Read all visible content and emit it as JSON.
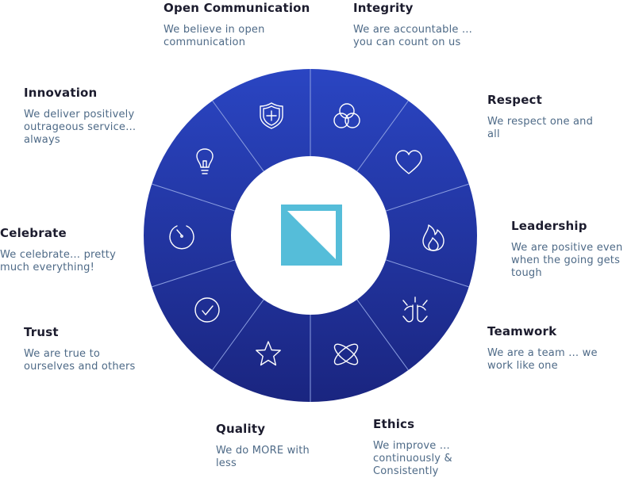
{
  "values": [
    {
      "id": "open-communication",
      "title": "Open Communication",
      "desc": "We believe in open\ncommunication",
      "icon": "shield-plus-icon"
    },
    {
      "id": "integrity",
      "title": "Integrity",
      "desc": "We are accountable …\nyou can count on us",
      "icon": "overlapping-circles-icon"
    },
    {
      "id": "respect",
      "title": "Respect",
      "desc": "We respect one and\nall",
      "icon": "heart-icon"
    },
    {
      "id": "leadership",
      "title": "Leadership",
      "desc": "We are positive even\nwhen the going gets\ntough",
      "icon": "flame-icon"
    },
    {
      "id": "teamwork",
      "title": "Teamwork",
      "desc": "We are a team … we\nwork like one",
      "icon": "hands-together-icon"
    },
    {
      "id": "ethics",
      "title": "Ethics",
      "desc": "We improve …\ncontinuously &\nConsistently",
      "icon": "orbit-icon"
    },
    {
      "id": "quality",
      "title": "Quality",
      "desc": "We do MORE with\nless",
      "icon": "star-icon"
    },
    {
      "id": "trust",
      "title": "Trust",
      "desc": "We are true to\nourselves and others",
      "icon": "checkmark-circle-icon"
    },
    {
      "id": "celebrate",
      "title": "Celebrate",
      "desc": "We celebrate… pretty\nmuch everything!",
      "icon": "gauge-circle-icon"
    },
    {
      "id": "innovation",
      "title": "Innovation",
      "desc": "We deliver positively\noutrageous service…\nalways",
      "icon": "lightbulb-icon"
    }
  ],
  "colors": {
    "wheel_top": "#2a45c2",
    "wheel_bottom": "#1a2580",
    "divider": "#8a9de0",
    "logo_teal": "#55bdd9",
    "title_text": "#1c1c2e",
    "desc_text": "#4e6a87"
  }
}
